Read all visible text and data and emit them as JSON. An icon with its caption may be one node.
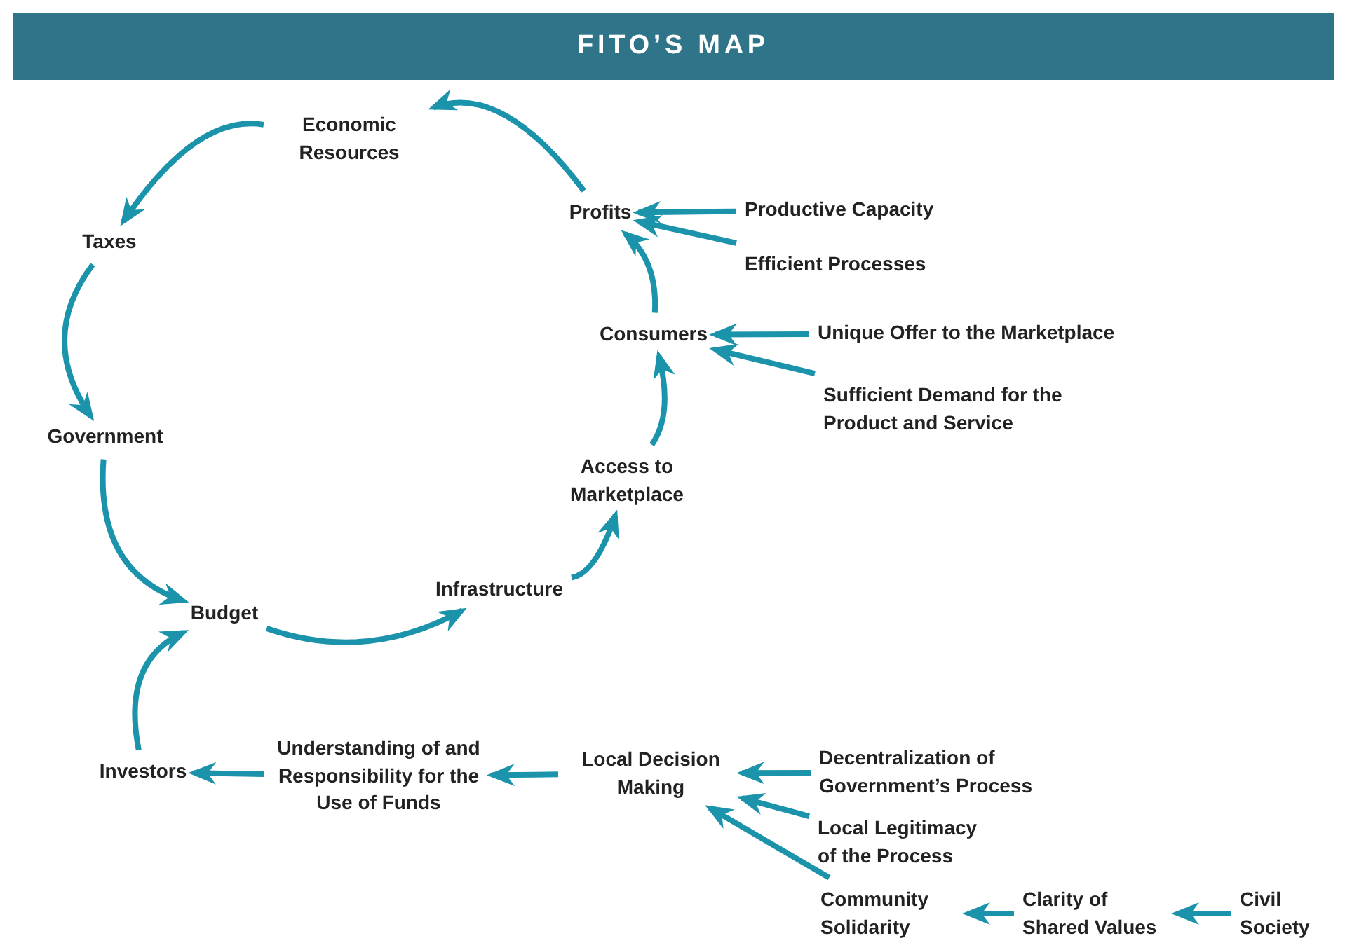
{
  "diagram": {
    "title": "FITO’S MAP",
    "nodes": [
      {
        "text": [
          "Economic Resources"
        ]
      },
      {
        "text": [
          "Taxes"
        ]
      },
      {
        "text": [
          "Government"
        ]
      },
      {
        "text": [
          "Budget"
        ]
      },
      {
        "text": [
          "Infrastructure"
        ]
      },
      {
        "text": [
          "Access to Marketplace"
        ]
      },
      {
        "text": [
          "Consumers"
        ]
      },
      {
        "text": [
          "Profits"
        ]
      },
      {
        "text": [
          "Productive Capacity"
        ]
      },
      {
        "text": [
          "Efficient Processes"
        ]
      },
      {
        "text": [
          "Unique Offer to the Marketplace"
        ]
      },
      {
        "text": [
          "Sufficient Demand for the Product and Service"
        ]
      },
      {
        "text": [
          "Investors"
        ]
      },
      {
        "text": [
          "Understanding of and Responsibility for the Use of Funds"
        ]
      },
      {
        "text": [
          "Local Decision Making"
        ]
      },
      {
        "text": [
          "Decentralization of Government’s Process"
        ]
      },
      {
        "text": [
          "Local Legitimacy of the Process"
        ]
      },
      {
        "text": [
          "Community Solidarity"
        ]
      },
      {
        "text": [
          "Clarity of Shared Values"
        ]
      },
      {
        "text": [
          "Civil Society"
        ]
      }
    ],
    "edges": [
      {
        "from": 7,
        "to": 0,
        "arrow": "to"
      },
      {
        "from": 0,
        "to": 1,
        "arrow": "to"
      },
      {
        "from": 1,
        "to": 2,
        "arrow": "to"
      },
      {
        "from": 2,
        "to": 3,
        "arrow": "to"
      },
      {
        "from": 3,
        "to": 4,
        "arrow": "to"
      },
      {
        "from": 4,
        "to": 5,
        "arrow": "to"
      },
      {
        "from": 5,
        "to": 6,
        "arrow": "to"
      },
      {
        "from": 6,
        "to": 7,
        "arrow": "to"
      },
      {
        "from": 8,
        "to": 7,
        "arrow": "to"
      },
      {
        "from": 9,
        "to": 7,
        "arrow": "to"
      },
      {
        "from": 10,
        "to": 6,
        "arrow": "to"
      },
      {
        "from": 11,
        "to": 6,
        "arrow": "to"
      },
      {
        "from": 12,
        "to": 3,
        "arrow": "to"
      },
      {
        "from": 14,
        "to": 13,
        "arrow": "to"
      },
      {
        "from": 13,
        "to": 12,
        "arrow": "to"
      },
      {
        "from": 15,
        "to": 14,
        "arrow": "to"
      },
      {
        "from": 16,
        "to": 14,
        "arrow": "to"
      },
      {
        "from": 17,
        "to": 14,
        "arrow": "to"
      },
      {
        "from": 18,
        "to": 17,
        "arrow": "to"
      },
      {
        "from": 19,
        "to": 18,
        "arrow": "to"
      }
    ]
  }
}
